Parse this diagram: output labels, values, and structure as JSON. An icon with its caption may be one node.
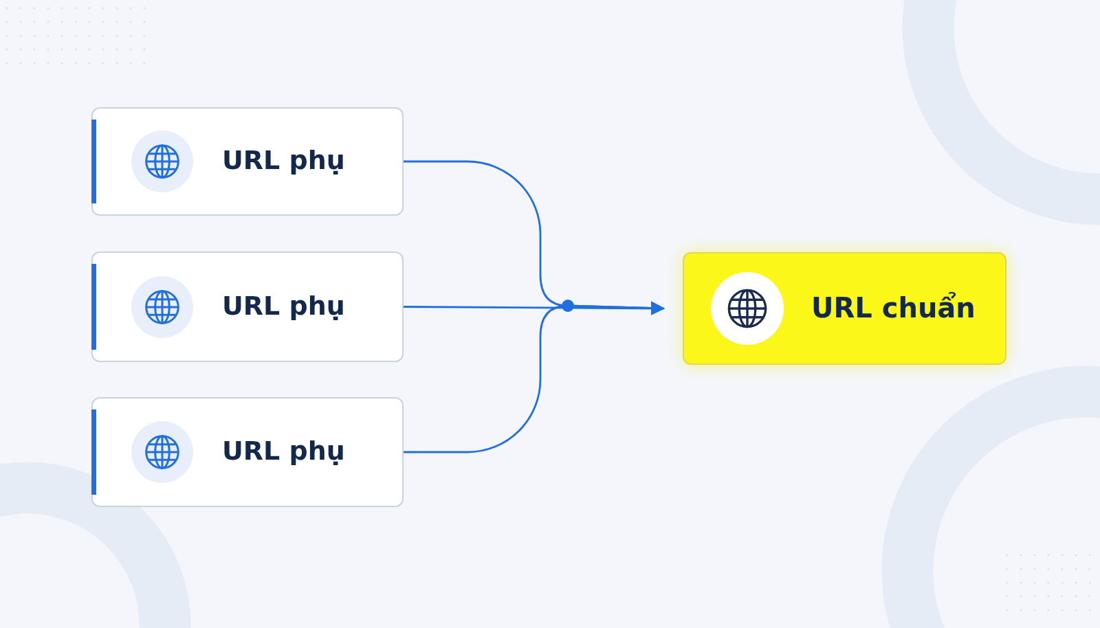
{
  "diagram": {
    "nodes": [
      {
        "text": [
          "URL phụ"
        ]
      },
      {
        "text": [
          "URL phụ"
        ]
      },
      {
        "text": [
          "URL phụ"
        ]
      },
      {
        "text": [
          "URL chuẩn"
        ]
      }
    ],
    "edges": [
      {
        "from": 0,
        "to": 3,
        "arrow": "to"
      },
      {
        "from": 1,
        "to": 3,
        "arrow": "to"
      },
      {
        "from": 2,
        "to": 3,
        "arrow": "to"
      }
    ]
  }
}
